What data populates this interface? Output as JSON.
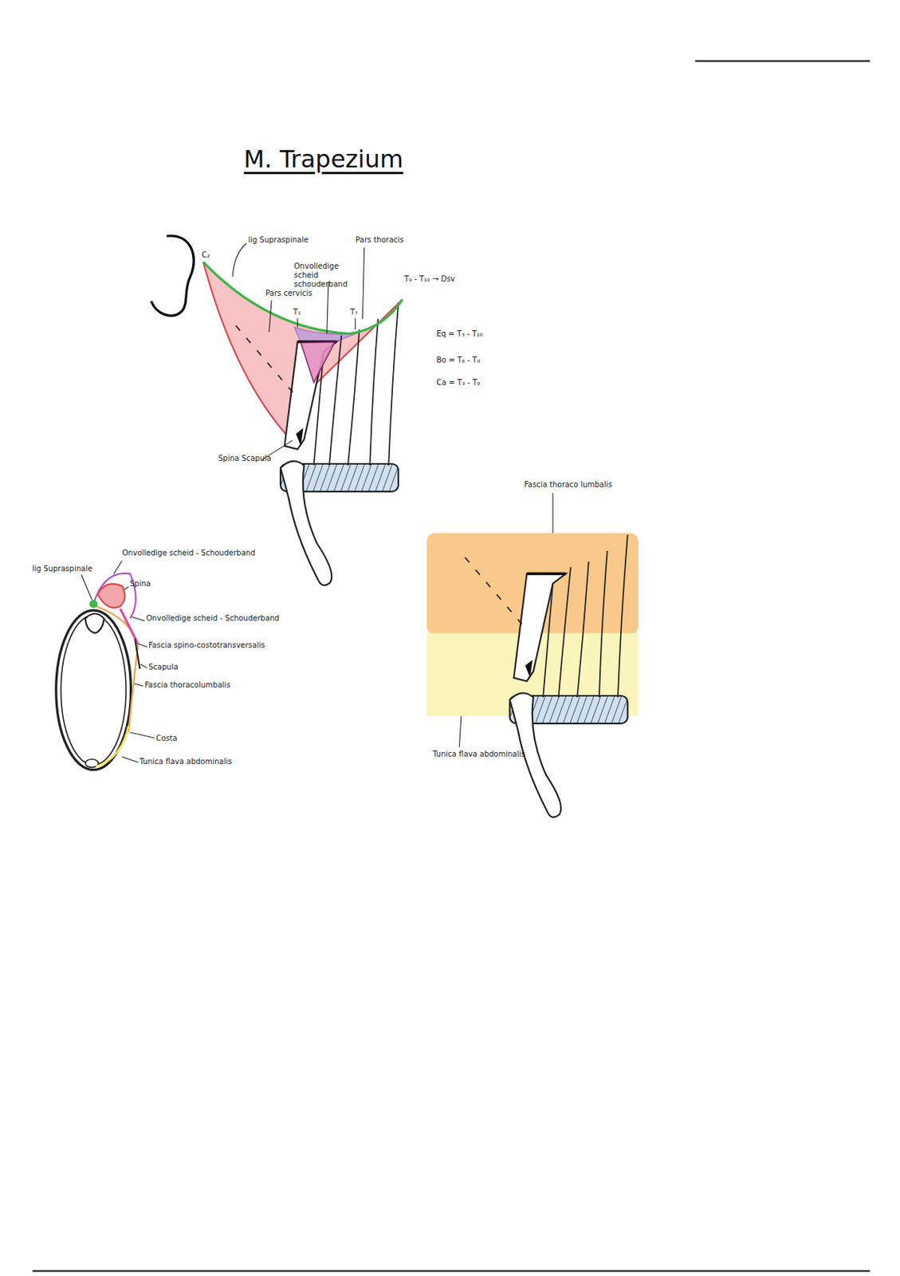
{
  "diagram": {
    "title": "M. Trapezium",
    "labels": [
      "C₂",
      "lig Supraspinale",
      "Pars thoracis",
      "Onvolledige scheid schouderband",
      "Pars cervicis",
      "T₁",
      "T₇",
      "T₉ - T₁₀ → Dsv",
      "Eq = T₃ - T₁₀",
      "Bo = T₈ - T₉",
      "Ca = T₃ - T₉",
      "Spina Scapula",
      "lig Supraspinale",
      "Onvolledige scheid - Schouderband",
      "Spina",
      "Onvolledige scheid - Schouderband",
      "Fascia spino-costotransversalis",
      "Scapula",
      "Fascia thoracolumbalis",
      "Costa",
      "Tunica flava abdominalis",
      "Fascia thoraco lumbalis",
      "Tunica flava abdominalis"
    ]
  }
}
